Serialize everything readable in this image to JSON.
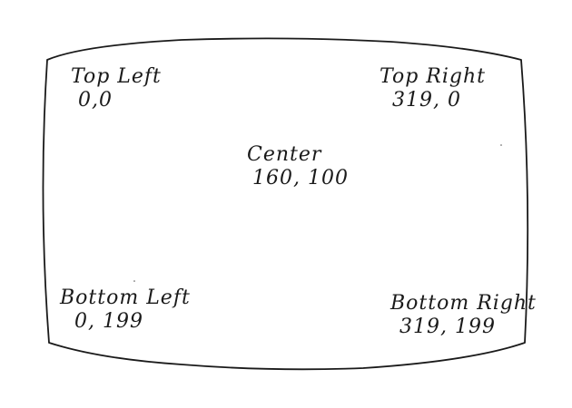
{
  "diagram": {
    "type": "screen-coordinate-sketch",
    "outline_color": "#1a1a1a",
    "labels": {
      "top_left": {
        "name": "Top Left",
        "coord": "0,0"
      },
      "top_right": {
        "name": "Top Right",
        "coord": "319, 0"
      },
      "center": {
        "name": "Center",
        "coord": "160, 100"
      },
      "bottom_left": {
        "name": "Bottom Left",
        "coord": "0, 199"
      },
      "bottom_right": {
        "name": "Bottom Right",
        "coord": "319, 199"
      }
    }
  }
}
